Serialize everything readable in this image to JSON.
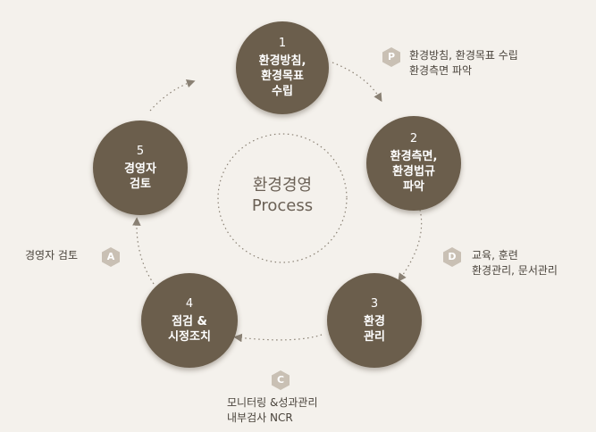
{
  "center": {
    "line1": "환경경영",
    "line2": "Process"
  },
  "steps": [
    {
      "num": "1",
      "label": "환경방침,\n환경목표\n수립"
    },
    {
      "num": "2",
      "label": "환경측면,\n환경법규\n파악"
    },
    {
      "num": "3",
      "label": "환경\n관리"
    },
    {
      "num": "4",
      "label": "점검 &\n시정조치"
    },
    {
      "num": "5",
      "label": "경영자\n검토"
    }
  ],
  "phases": [
    {
      "letter": "P",
      "text": "환경방침, 환경목표 수립\n환경측면 파악"
    },
    {
      "letter": "D",
      "text": "교육, 훈련\n환경관리, 문서관리"
    },
    {
      "letter": "C",
      "text": "모니터링 &성과관리\n내부검사 NCR"
    },
    {
      "letter": "A",
      "text": "경영자 검토"
    }
  ],
  "colors": {
    "node": "#6b5e4c",
    "badge": "#c9c0b4",
    "dotted_line": "#8a8174",
    "background": "#f4f1ec"
  }
}
